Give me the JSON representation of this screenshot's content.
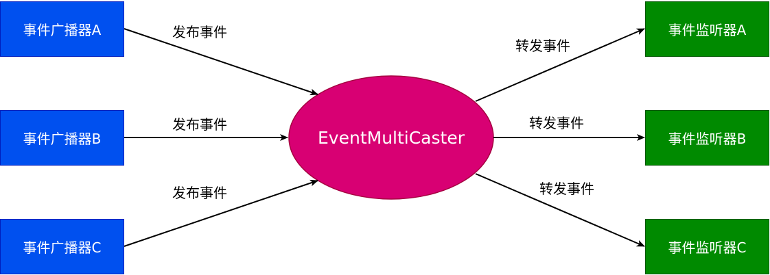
{
  "colors": {
    "broadcaster_fill": "#0050ef",
    "broadcaster_stroke": "#001dbc",
    "listener_fill": "#008a00",
    "listener_stroke": "#005700",
    "hub_fill": "#d80073",
    "hub_stroke": "#a50040",
    "edge": "#000000"
  },
  "broadcasters": [
    {
      "label": "事件广播器A"
    },
    {
      "label": "事件广播器B"
    },
    {
      "label": "事件广播器C"
    }
  ],
  "hub": {
    "label": "EventMultiCaster"
  },
  "listeners": [
    {
      "label": "事件监听器A"
    },
    {
      "label": "事件监听器B"
    },
    {
      "label": "事件监听器C"
    }
  ],
  "edges": {
    "publish_labels": [
      "发布事件",
      "发布事件",
      "发布事件"
    ],
    "forward_labels": [
      "转发事件",
      "转发事件",
      "转发事件"
    ]
  }
}
